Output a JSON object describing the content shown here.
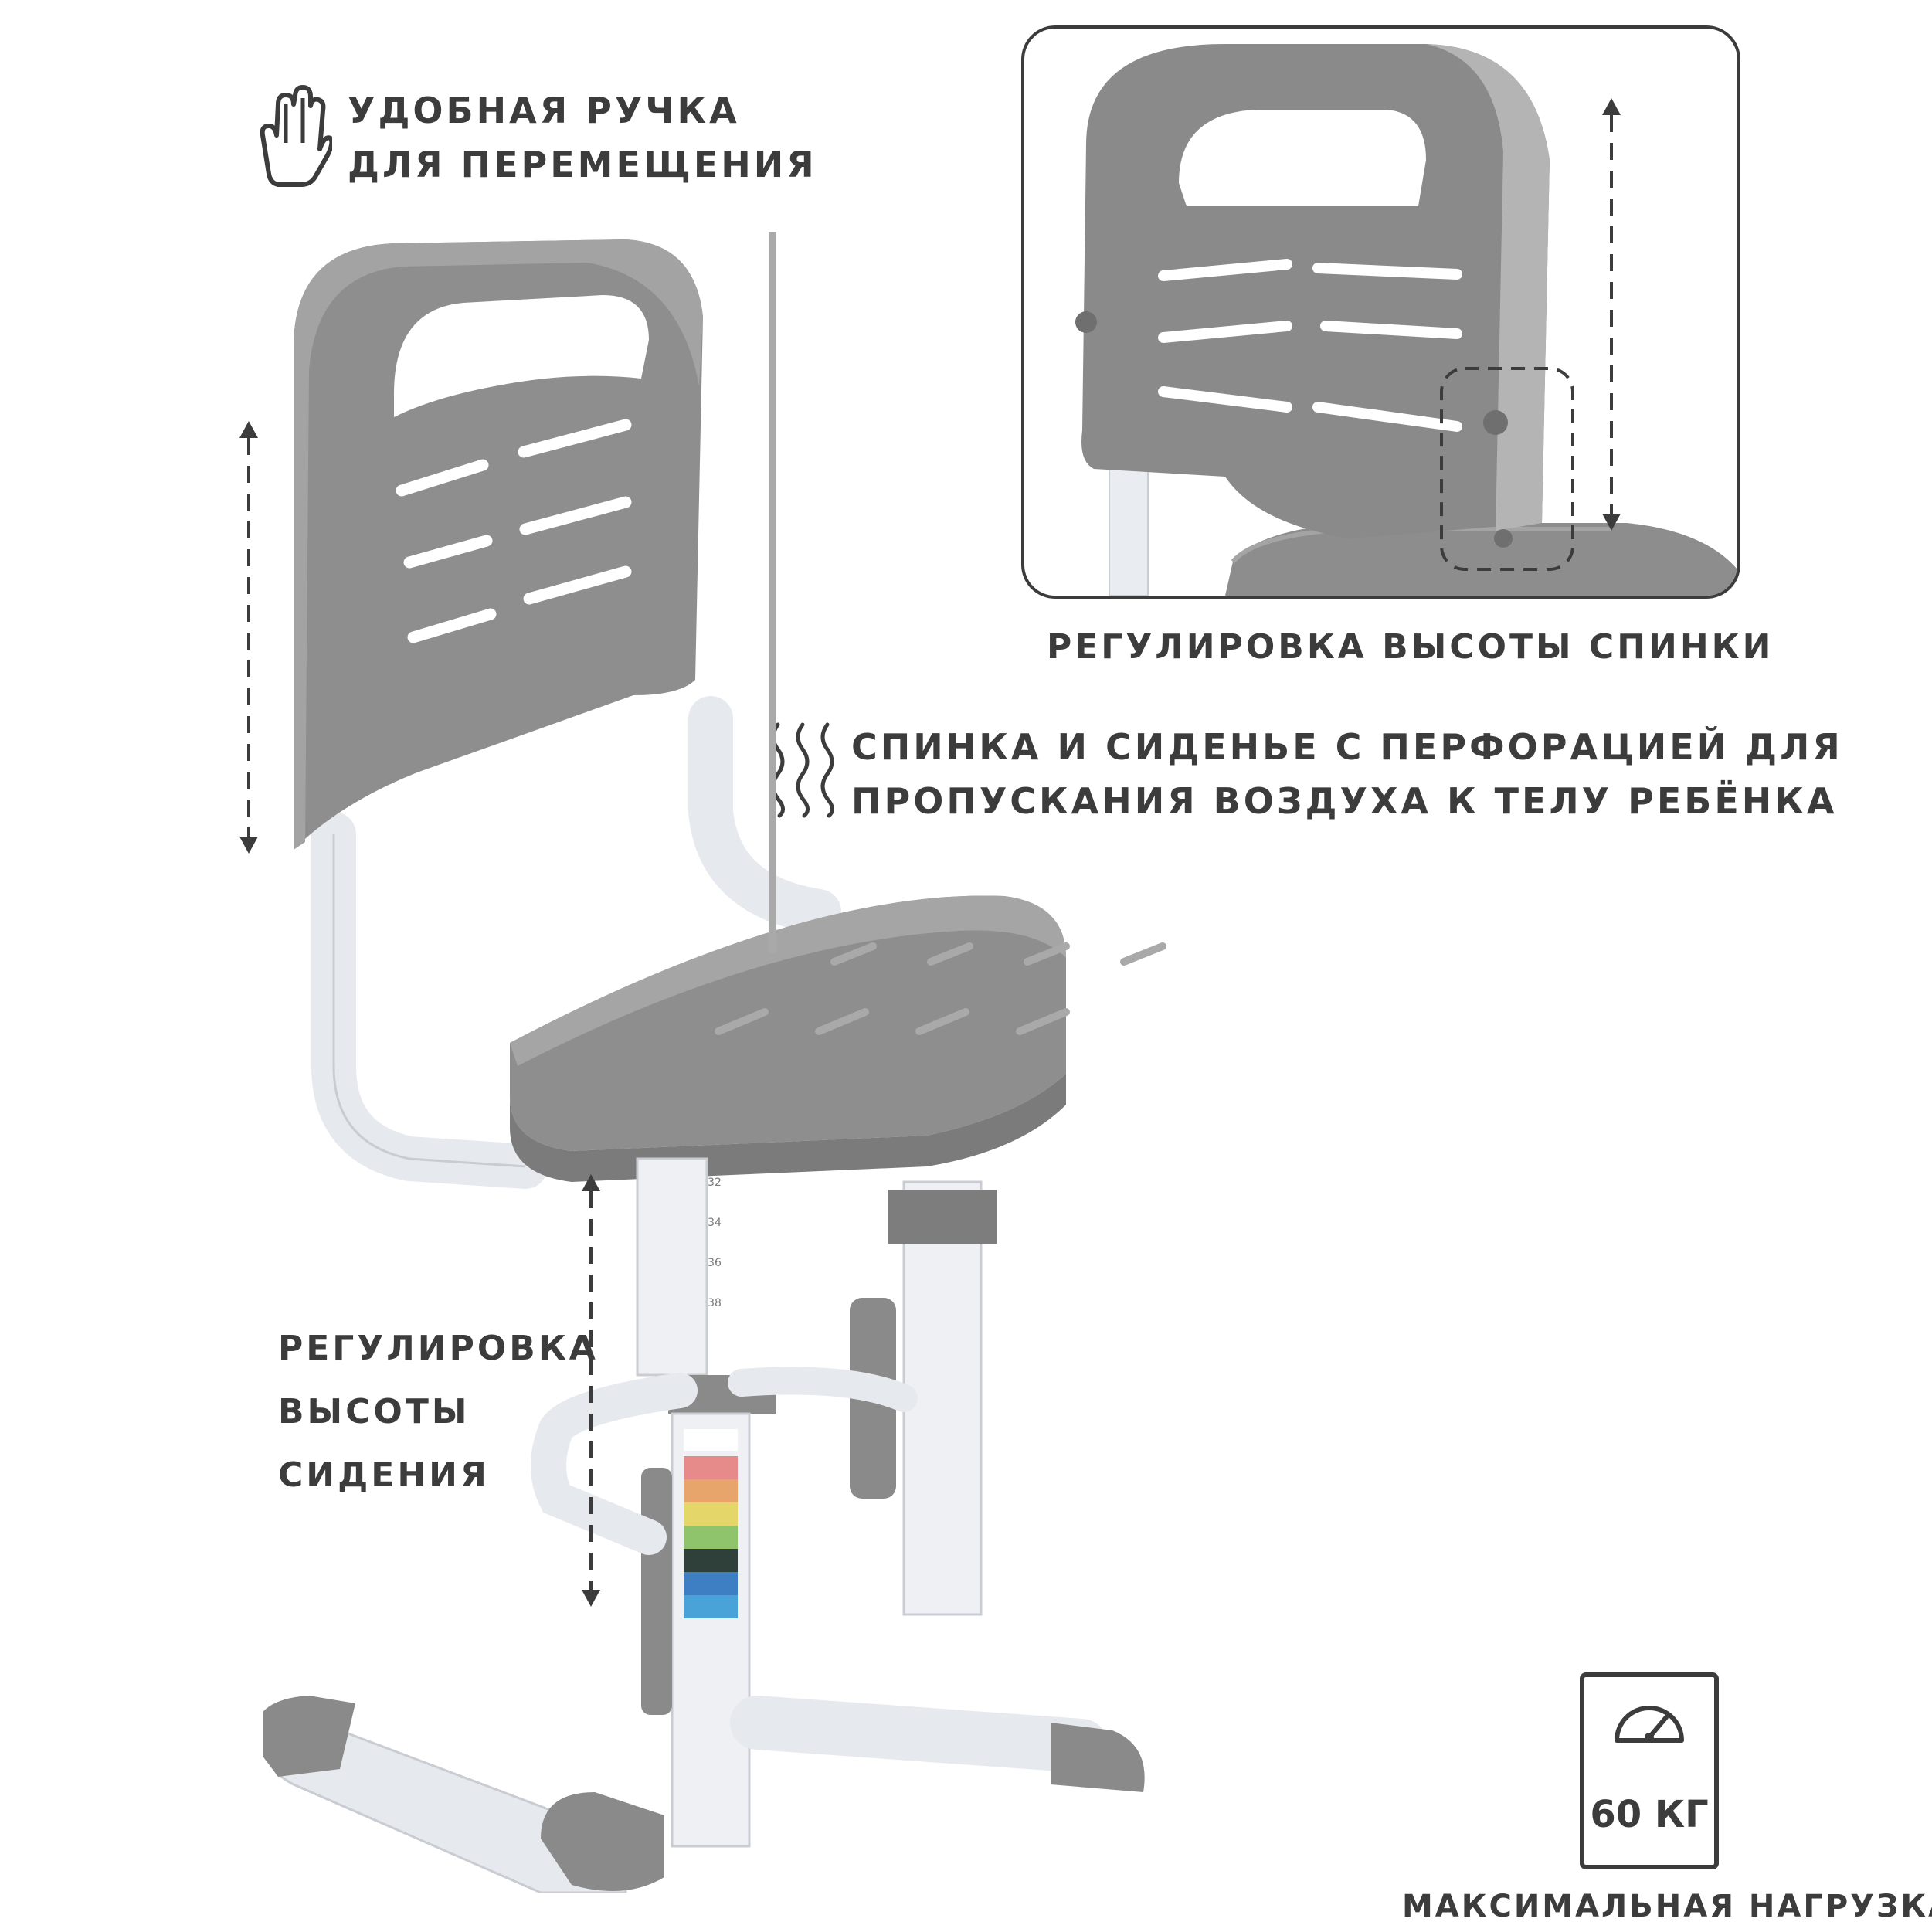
{
  "handle": {
    "line1": "УДОБНАЯ РУЧКА",
    "line2": "ДЛЯ ПЕРЕМЕЩЕНИЯ",
    "icon": "hand-icon"
  },
  "backrest_height": {
    "caption": "РЕГУЛИРОВКА ВЫСОТЫ СПИНКИ"
  },
  "perforation": {
    "line1": "СПИНКА И СИДЕНЬЕ С ПЕРФОРАЦИЕЙ ДЛЯ",
    "line2": "ПРОПУСКАНИЯ ВОЗДУХА К ТЕЛУ РЕБЁНКА",
    "icon": "airflow-icon"
  },
  "seat_height": {
    "line1": "РЕГУЛИРОВКА",
    "line2": "ВЫСОТЫ",
    "line3": "СИДЕНИЯ"
  },
  "max_load": {
    "value": "60 КГ",
    "caption": "МАКСИМАЛЬНАЯ НАГРУЗКА",
    "icon": "weight-scale-icon"
  },
  "scale_marks": [
    "32",
    "34",
    "36",
    "38"
  ],
  "colors": {
    "chair_gray": "#8c8c8c",
    "frame_white": "#e6e9ee",
    "text": "#3c3c3c"
  }
}
